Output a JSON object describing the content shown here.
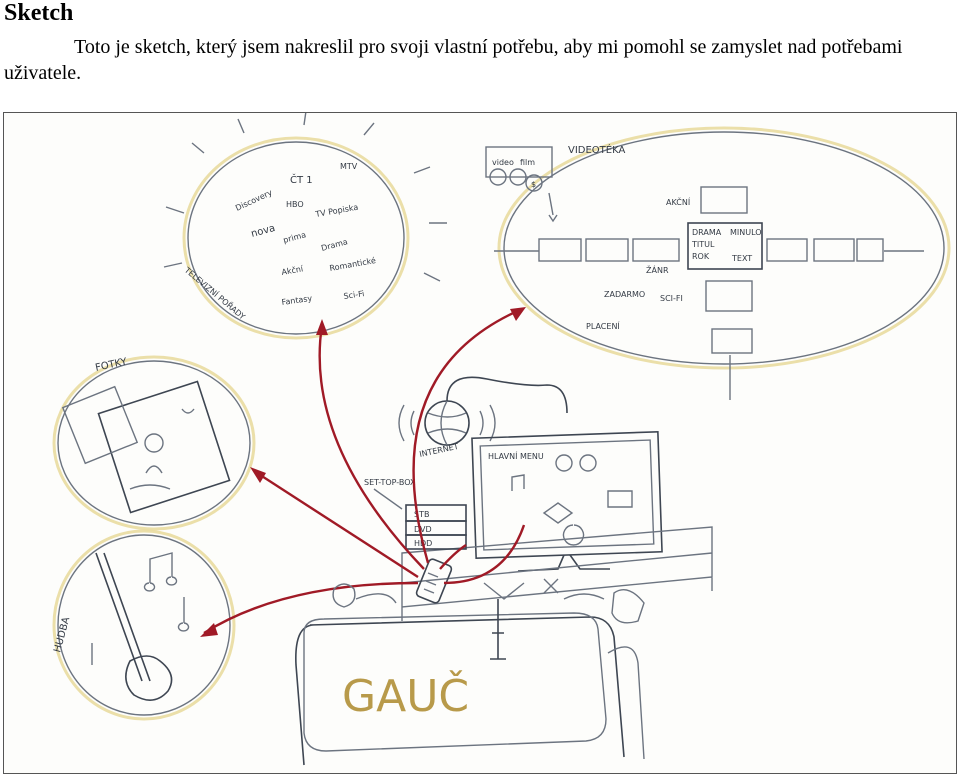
{
  "heading": "Sketch",
  "intro": "Toto je sketch, který jsem nakreslil pro svoji vlastní potřebu, aby mi pomohl se zamyslet nad potřebami uživatele.",
  "sketch": {
    "tv_programs": {
      "title": "TELEVIZNÍ POŘADY",
      "channels": [
        "Discovery",
        "ČT 1",
        "MTV",
        "HBO",
        "TV Popiska",
        "nova",
        "prima",
        "Drama",
        "Akční",
        "Romantické",
        "Fantasy",
        "Sci-Fi"
      ]
    },
    "videoteka": {
      "title": "VIDEOTÉKA",
      "center_card": [
        "DRAMA",
        "MINULO",
        "TITUL",
        "ROK",
        "TEXT"
      ],
      "labels": [
        "AKČNÍ",
        "ŽÁNR",
        "PLACENÍ",
        "ZADARMO",
        "SCI-FI"
      ],
      "mini_menu": [
        "video",
        "film",
        "$"
      ]
    },
    "photos": {
      "title": "FOTKY"
    },
    "music": {
      "title": "HUDBA"
    },
    "internet": "INTERNET",
    "set_top_box": {
      "label": "SET-TOP-BOX",
      "items": [
        "STB",
        "DVD",
        "HDD"
      ]
    },
    "main_menu": "HLAVNÍ MENU",
    "couch": "GAUČ"
  }
}
